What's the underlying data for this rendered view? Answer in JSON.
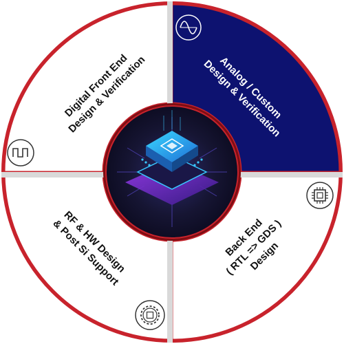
{
  "diagram": {
    "segments": [
      {
        "id": "digital",
        "lines": [
          "Digital Front End",
          "Design & Verification"
        ],
        "icon": "square-wave-icon",
        "fill": "#ffffff",
        "text_color": "#111111"
      },
      {
        "id": "analog",
        "lines": [
          "Analog / Custom",
          "Design & Verification"
        ],
        "icon": "sine-wave-icon",
        "fill": "#0d1270",
        "text_color": "#ffffff"
      },
      {
        "id": "backend",
        "lines": [
          "Back End",
          "( RTL => GDS )",
          "Design"
        ],
        "icon": "chip-icon",
        "fill": "#ffffff",
        "text_color": "#111111"
      },
      {
        "id": "rf",
        "lines": [
          "RF & HW Design",
          "& Post Si Support"
        ],
        "icon": "gear-chip-icon",
        "fill": "#ffffff",
        "text_color": "#111111"
      }
    ],
    "colors": {
      "ring": "#c8232c",
      "ring_dark": "#7e0e14",
      "divider": "#b0b0b0",
      "center_bg": "#161533",
      "chip_glow": "#39c7ff",
      "chip_purple": "#7b2fd6"
    }
  }
}
